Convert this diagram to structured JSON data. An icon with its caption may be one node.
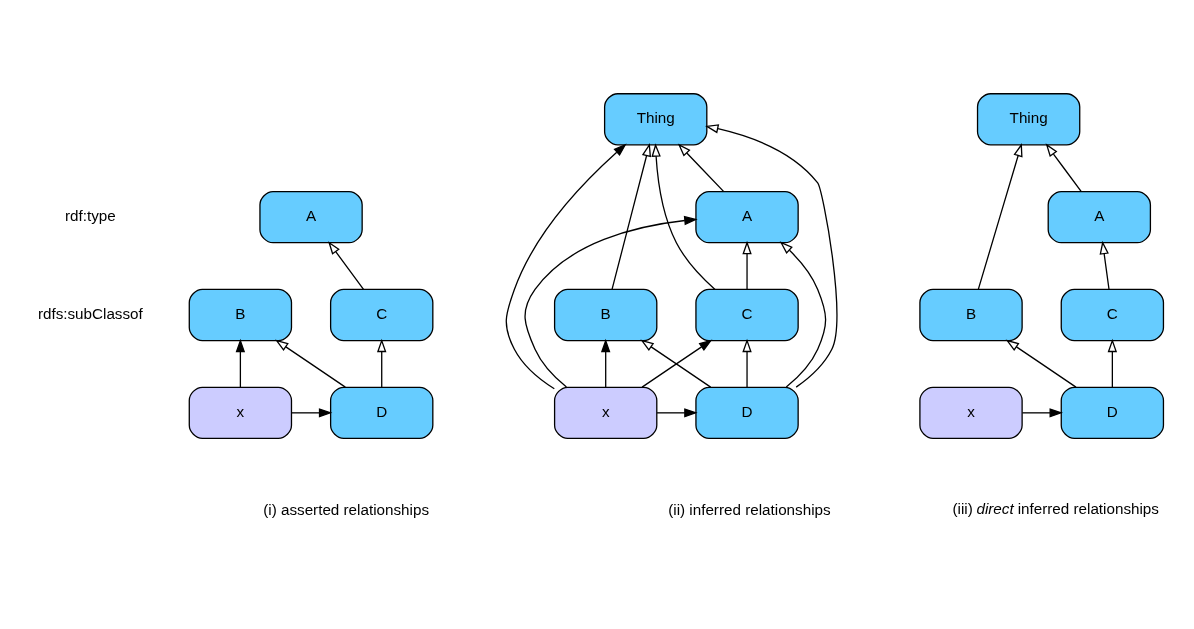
{
  "diagram": {
    "nodes": [
      {
        "text": [
          "A"
        ]
      },
      {
        "text": [
          "B"
        ]
      },
      {
        "text": [
          "C"
        ]
      },
      {
        "text": [
          "D"
        ]
      },
      {
        "text": [
          "x"
        ]
      },
      {
        "text": [
          "Thing"
        ]
      },
      {
        "text": [
          "A"
        ]
      },
      {
        "text": [
          "B"
        ]
      },
      {
        "text": [
          "C"
        ]
      },
      {
        "text": [
          "D"
        ]
      },
      {
        "text": [
          "x"
        ]
      },
      {
        "text": [
          "Thing"
        ]
      },
      {
        "text": [
          "A"
        ]
      },
      {
        "text": [
          "B"
        ]
      },
      {
        "text": [
          "C"
        ]
      },
      {
        "text": [
          "D"
        ]
      },
      {
        "text": [
          "x"
        ]
      }
    ],
    "edges": [
      {
        "from": 2,
        "to": 0,
        "arrow": "to"
      },
      {
        "from": 3,
        "to": 1,
        "arrow": "to"
      },
      {
        "from": 3,
        "to": 2,
        "arrow": "to"
      },
      {
        "from": 4,
        "to": 1,
        "arrow": "to"
      },
      {
        "from": 4,
        "to": 3,
        "arrow": "to"
      },
      {
        "from": 6,
        "to": 5,
        "arrow": "to"
      },
      {
        "from": 7,
        "to": 5,
        "arrow": "to"
      },
      {
        "from": 8,
        "to": 5,
        "arrow": "to"
      },
      {
        "from": 9,
        "to": 5,
        "arrow": "to"
      },
      {
        "from": 8,
        "to": 6,
        "arrow": "to"
      },
      {
        "from": 9,
        "to": 6,
        "arrow": "to"
      },
      {
        "from": 9,
        "to": 7,
        "arrow": "to"
      },
      {
        "from": 9,
        "to": 8,
        "arrow": "to"
      },
      {
        "from": 10,
        "to": 5,
        "arrow": "to"
      },
      {
        "from": 10,
        "to": 6,
        "arrow": "to"
      },
      {
        "from": 10,
        "to": 7,
        "arrow": "to"
      },
      {
        "from": 10,
        "to": 8,
        "arrow": "to"
      },
      {
        "from": 10,
        "to": 9,
        "arrow": "to"
      },
      {
        "from": 12,
        "to": 11,
        "arrow": "to"
      },
      {
        "from": 13,
        "to": 11,
        "arrow": "to"
      },
      {
        "from": 14,
        "to": 12,
        "arrow": "to"
      },
      {
        "from": 15,
        "to": 13,
        "arrow": "to"
      },
      {
        "from": 15,
        "to": 14,
        "arrow": "to"
      },
      {
        "from": 16,
        "to": 15,
        "arrow": "to"
      }
    ],
    "labels": [
      "(i) asserted relationships",
      "(ii) inferred relationships",
      "(iii) *direct* inferred relationships"
    ],
    "legend": [
      {
        "text": "rdf:type"
      },
      {
        "text": "rdfs:subClassof"
      }
    ]
  }
}
